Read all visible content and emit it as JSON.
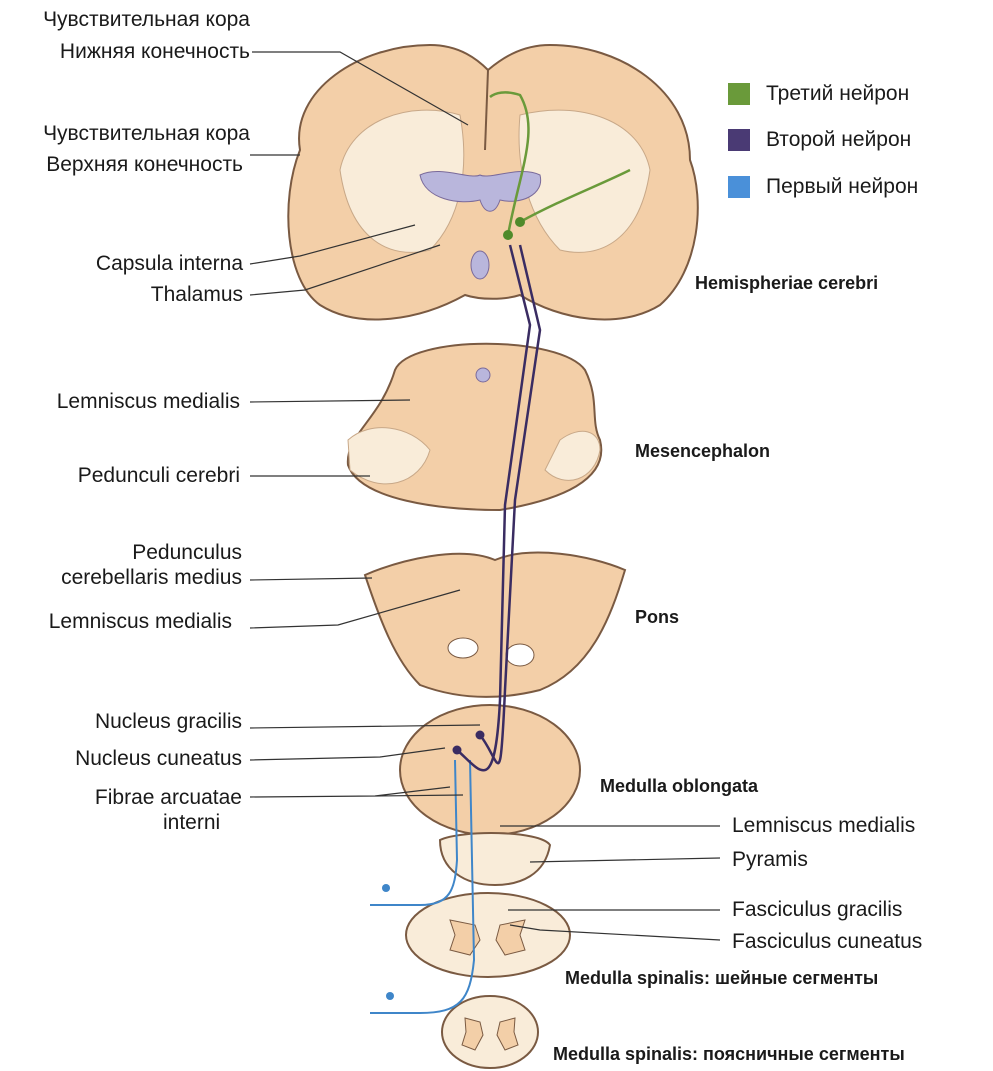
{
  "colors": {
    "third_neuron": "#6a9a3a",
    "second_neuron": "#4a3a74",
    "first_neuron": "#4a90d9",
    "tissue": "#f3cfa8",
    "white_matter": "#f9ecd9",
    "ventricle": "#b9b6dc",
    "outline": "#7a5a42"
  },
  "legend": [
    {
      "label": "Третий нейрон",
      "color": "#6a9a3a",
      "icon": "green-square-icon"
    },
    {
      "label": "Второй нейрон",
      "color": "#4a3a74",
      "icon": "purple-square-icon"
    },
    {
      "label": "Первый нейрон",
      "color": "#4a90d9",
      "icon": "blue-square-icon"
    }
  ],
  "left_labels": {
    "cortex_lower_1": "Чувствительная кора",
    "cortex_lower_2": "Нижняя конечность",
    "cortex_upper_1": "Чувствительная кора",
    "cortex_upper_2": "Верхняя конечность",
    "capsula": "Capsula interna",
    "thalamus": "Thalamus",
    "lemniscus_mid": "Lemniscus medialis",
    "pedunculi": "Pedunculi cerebri",
    "ped_cb_1": "Pedunculus",
    "ped_cb_2": "cerebellaris medius",
    "lemniscus_pons": "Lemniscus medialis",
    "gracilis": "Nucleus gracilis",
    "cuneatus": "Nucleus cuneatus",
    "fibrae_1": "Fibrae arcuatae",
    "fibrae_2": "interni"
  },
  "right_labels": {
    "lemniscus_med": "Lemniscus medialis",
    "pyramis": "Pyramis",
    "fasc_gracilis": "Fasciculus gracilis",
    "fasc_cuneatus": "Fasciculus cuneatus"
  },
  "region_labels": {
    "hemispheriae": "Hemispheriae cerebri",
    "mesencephalon": "Mesencephalon",
    "pons": "Pons",
    "medulla": "Medulla oblongata",
    "spinal_cervical": "Medulla spinalis: шейные сегменты",
    "spinal_lumbar": "Medulla spinalis: поясничные сегменты"
  }
}
